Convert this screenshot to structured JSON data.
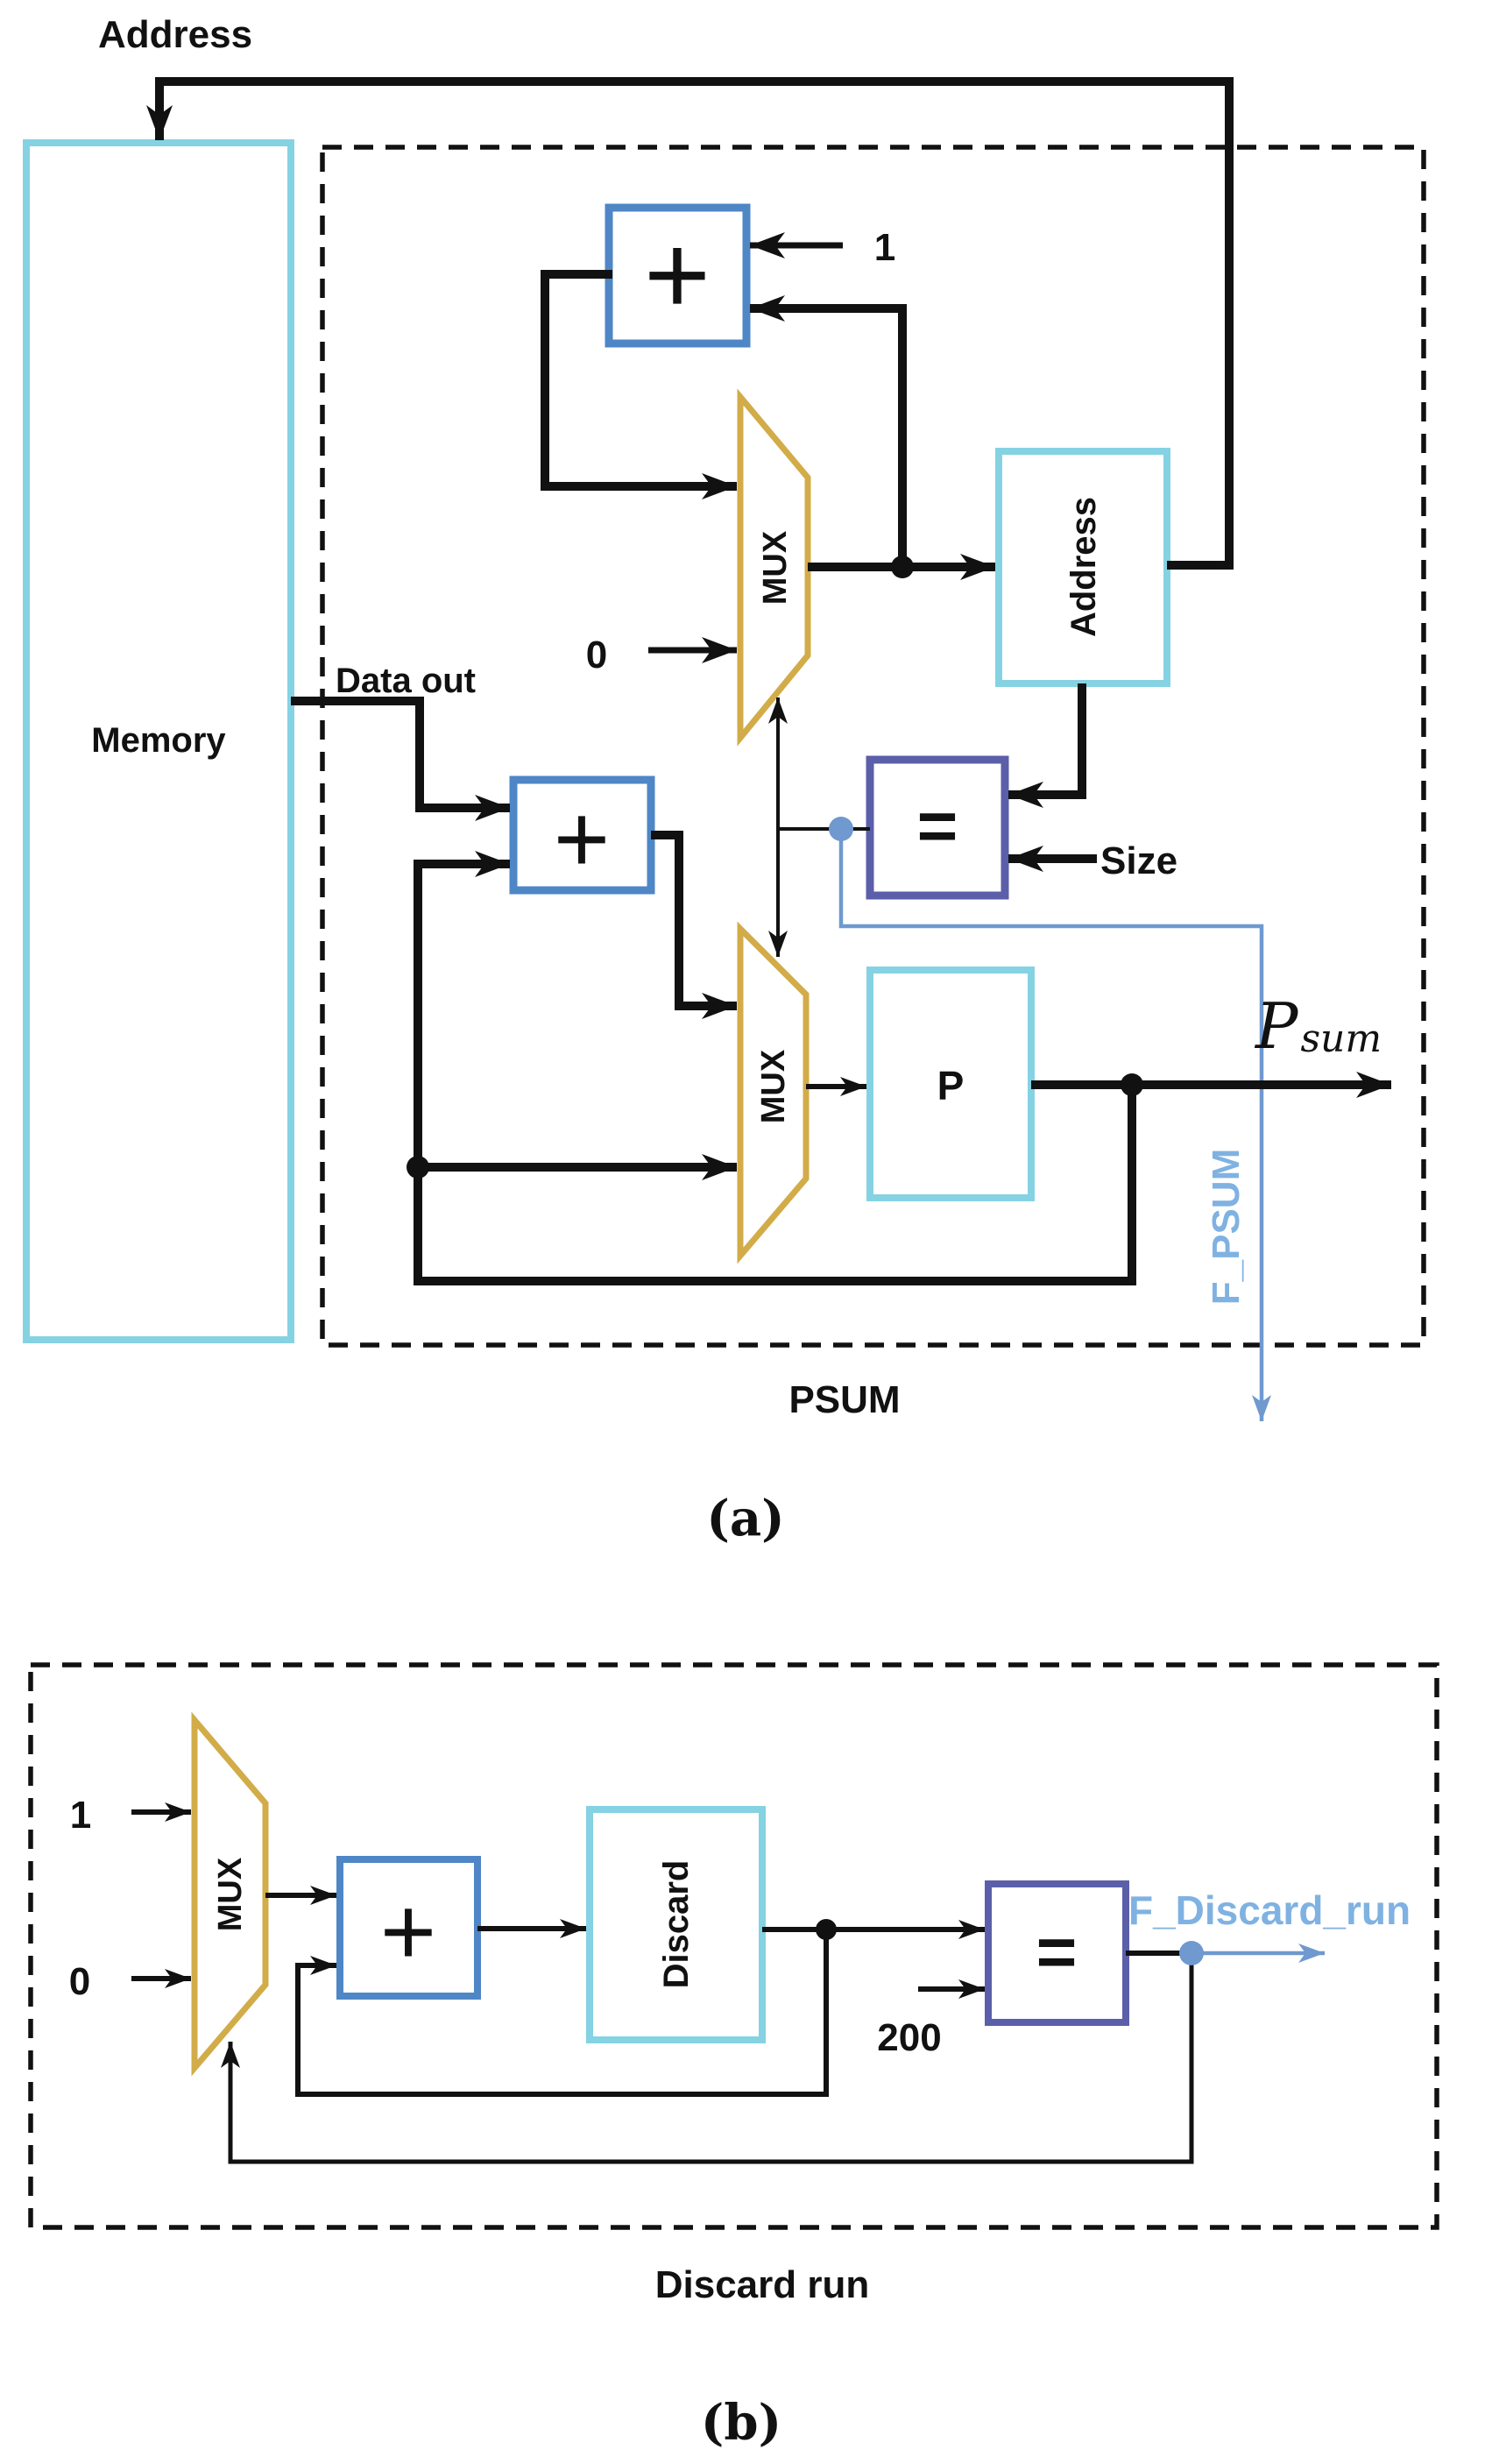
{
  "panel_a": {
    "caption": "(a)",
    "title": "PSUM",
    "address_wire_label": "Address",
    "memory_label": "Memory",
    "data_out_label": "Data out",
    "const_one": "1",
    "const_zero": "0",
    "mux_label": "MUX",
    "adder_symbol": "+",
    "address_reg_label": "Address",
    "equals_symbol": "=",
    "size_label": "Size",
    "p_reg_label": "P",
    "p_sum_main": "P",
    "p_sum_sub": "sum",
    "flag_label": "F_PSUM"
  },
  "panel_b": {
    "caption": "(b)",
    "title": "Discard run",
    "const_one": "1",
    "const_zero": "0",
    "mux_label": "MUX",
    "adder_symbol": "+",
    "discard_reg_label": "Discard",
    "const_200": "200",
    "equals_symbol": "=",
    "flag_label": "F_Discard_run"
  },
  "colors": {
    "cyan_box": "#85d2e3",
    "blue_box": "#4e86c6",
    "gold_mux": "#d2ac49",
    "indigo_box": "#5b5fa9",
    "steel_line": "#6f99cf",
    "steel_text": "#7fb2e2",
    "wire_black": "#111111"
  }
}
